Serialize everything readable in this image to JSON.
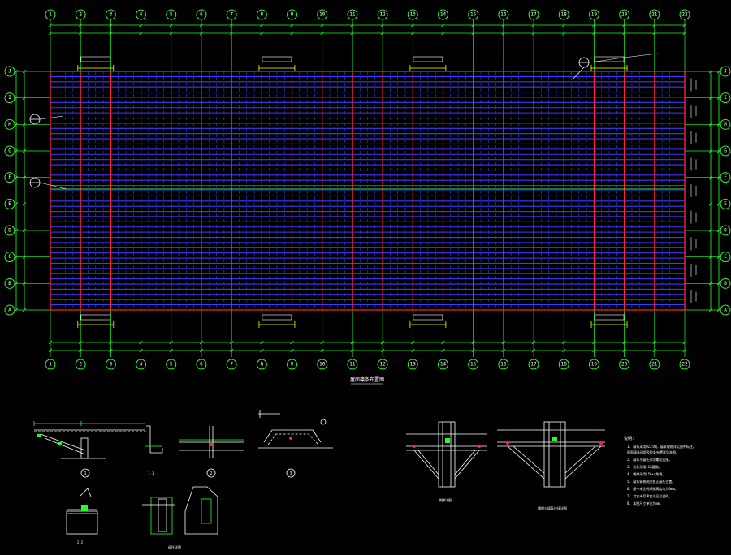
{
  "drawing": {
    "column_grid_top": [
      "1",
      "2",
      "3",
      "4",
      "5",
      "6",
      "7",
      "8",
      "9",
      "10",
      "11",
      "12",
      "13",
      "14",
      "15",
      "16",
      "17",
      "18",
      "19",
      "20",
      "21",
      "22"
    ],
    "row_grid_left": [
      "J",
      "I",
      "H",
      "G",
      "F",
      "E",
      "D",
      "C",
      "B",
      "A"
    ],
    "plan_caption": "屋面檩条布置图",
    "detail_labels": [
      "1",
      "2",
      "3",
      "2-2",
      "1-1"
    ],
    "detail_caption_left": "檩托详图",
    "detail_caption_mid": "隅撑详图",
    "detail_caption_right": "隅撑与檩条连接详图",
    "notes_title": "说明：",
    "notes": [
      "1. 檩条采用Q235钢，檩条规格详见图中标注。",
      "   屋面檩条间距及拉条布置详见本图。",
      "2. 檩条与檩托采用螺栓连接。",
      "3. 拉条采用Φ12圆钢。",
      "4. 隅撑采用L50×4角钢。",
      "5. 檩条安装前应校正檩托位置。",
      "6. 图中未注明焊缝高度均为6mm。",
      "7. 其它未尽事宜详见总说明。",
      "8. 本图尺寸单位为mm。"
    ]
  },
  "colors": {
    "background": "#000000",
    "grid_axis": "#22ff22",
    "purlin": "#3a3aff",
    "rafter": "#ff2244",
    "text": "#ffffff",
    "bracket": "#ffff00"
  }
}
